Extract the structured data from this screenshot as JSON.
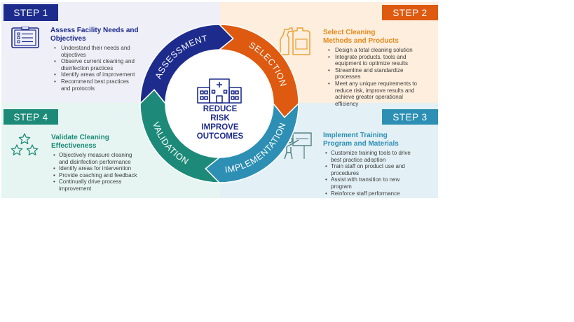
{
  "colors": {
    "assessment": "#1d2c8c",
    "selection": "#de5a10",
    "implementation": "#2d8fb3",
    "validation": "#1d8a79",
    "step2_title": "#e38a1c"
  },
  "center": {
    "lines": [
      "REDUCE",
      "RISK",
      "IMPROVE",
      "OUTCOMES"
    ],
    "icon": "hospital-building-icon"
  },
  "cycle": {
    "segments": [
      "ASSESSMENT",
      "SELECTION",
      "IMPLEMENTATION",
      "VALIDATION"
    ]
  },
  "steps": [
    {
      "badge": "STEP 1",
      "icon": "clipboard-checklist-icon",
      "title_lines": [
        "Assess Facility Needs and",
        "Objectives"
      ],
      "bullets": [
        [
          "Understand their needs and",
          "objectives"
        ],
        [
          "Observe current cleaning and",
          "disinfection practices"
        ],
        [
          "Identify areas of improvement"
        ],
        [
          "Recommend best practices",
          "and protocols"
        ]
      ]
    },
    {
      "badge": "STEP 2",
      "icon": "cleaning-bottles-icon",
      "title_lines": [
        "Select Cleaning",
        "Methods and Products"
      ],
      "bullets": [
        [
          "Design a total cleaning solution"
        ],
        [
          "Integrate products, tools and",
          "equipment to optimize results"
        ],
        [
          "Streamline and standardize",
          "processes"
        ],
        [
          "Meet any unique requirements to",
          "reduce risk, improve results and",
          "achieve greater operational",
          "efficiency"
        ]
      ]
    },
    {
      "badge": "STEP 3",
      "icon": "trainer-presentation-icon",
      "title_lines": [
        "Implement Training",
        "Program and Materials"
      ],
      "bullets": [
        [
          "Customize training tools to drive",
          "best practice adoption"
        ],
        [
          "Train staff on product use and",
          "procedures"
        ],
        [
          "Assist with transition to new",
          "program"
        ],
        [
          "Reinforce staff performance"
        ]
      ]
    },
    {
      "badge": "STEP 4",
      "icon": "three-stars-icon",
      "title_lines": [
        "Validate Cleaning",
        "Effectiveness"
      ],
      "bullets": [
        [
          "Objectively measure cleaning",
          "and disinfection performance"
        ],
        [
          "Identify areas for intervention"
        ],
        [
          "Provide coaching and feedback"
        ],
        [
          "Continually drive process",
          "improvement"
        ]
      ]
    }
  ]
}
